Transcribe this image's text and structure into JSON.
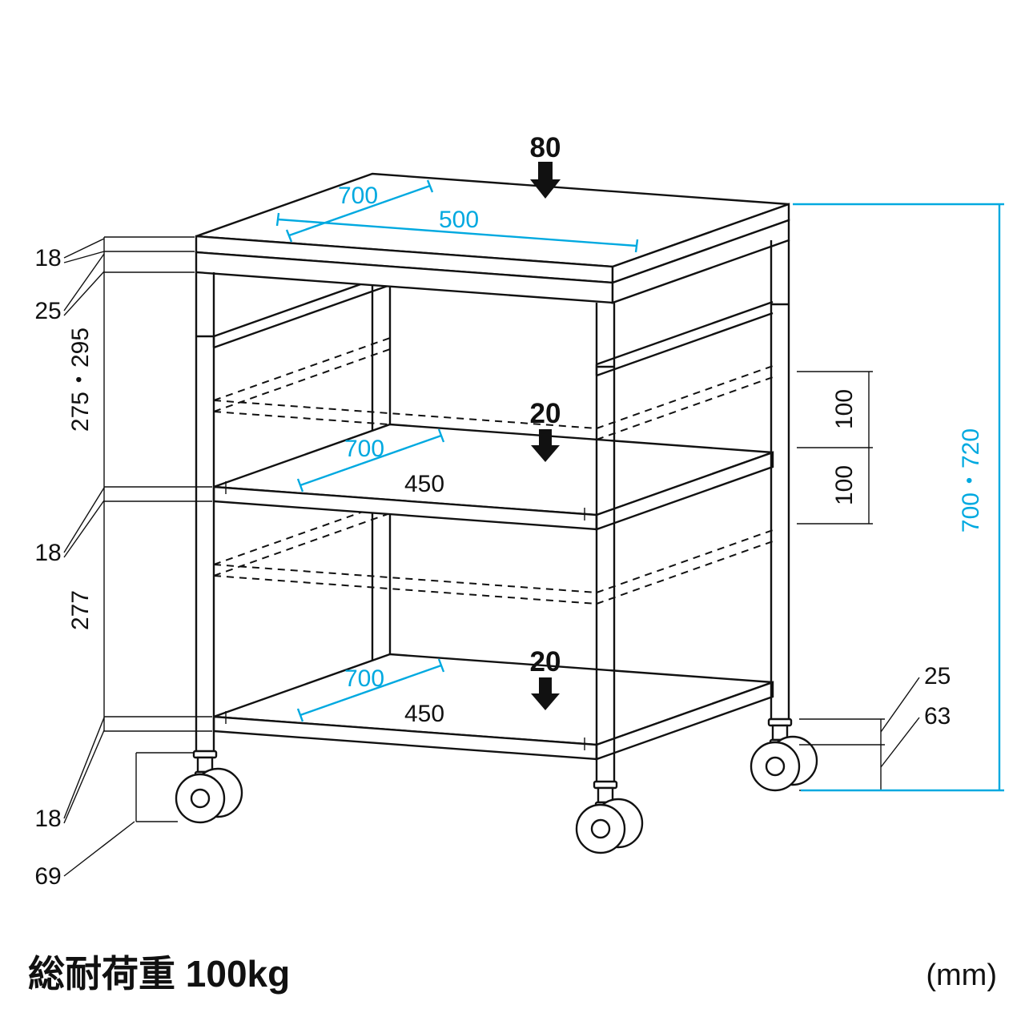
{
  "colors": {
    "line": "#111111",
    "accent": "#00A9E0"
  },
  "labels": {
    "top_load": "80",
    "top_depth": "700",
    "top_width": "500",
    "top_panel_thickness": "18",
    "top_frame_height": "25",
    "upper_shelf_span": "275・295",
    "middle_shelf_thickness": "18",
    "lower_shelf_span": "277",
    "bottom_shelf_thickness": "18",
    "caster_total_height_left": "69",
    "middle_load": "20",
    "middle_depth": "700",
    "middle_width": "450",
    "bottom_load": "20",
    "bottom_depth": "700",
    "bottom_width": "450",
    "pitch_upper": "100",
    "pitch_lower": "100",
    "overall_height": "700・720",
    "adjuster_height_right": "25",
    "caster_height_right": "63",
    "total_capacity": "総耐荷重 100kg",
    "unit": "(mm)"
  }
}
